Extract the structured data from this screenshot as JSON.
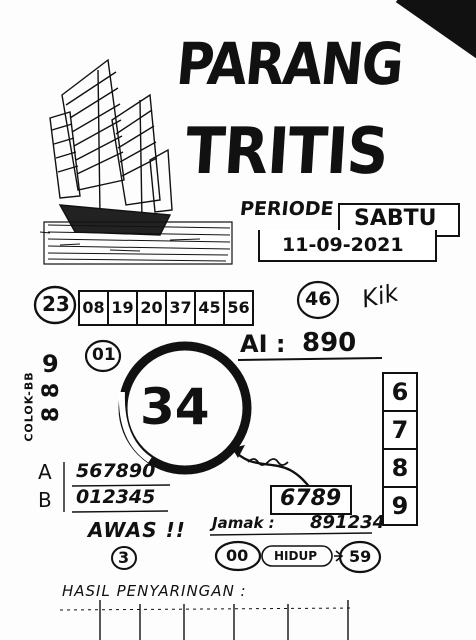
{
  "title": {
    "line1": "PARANG",
    "line2": "TRITIS"
  },
  "period": {
    "label": "PERIODE :",
    "day": "SABTU",
    "date": "11-09-2021"
  },
  "circled_numbers": {
    "left": "23",
    "right": "46",
    "small": "01",
    "awas": "3"
  },
  "number_row": [
    "08",
    "19",
    "20",
    "37",
    "45",
    "56"
  ],
  "signature": "Kik",
  "ai": {
    "label": "AI :",
    "value": "890"
  },
  "main_number": "34",
  "side_column": [
    "6",
    "7",
    "8",
    "9"
  ],
  "colok_bb": {
    "label": "COLOK-BB",
    "top": "9",
    "mid": "8",
    "bot": "8"
  },
  "lines": [
    {
      "label": "A",
      "value": "567890"
    },
    {
      "label": "B",
      "value": "012345"
    }
  ],
  "boxed_number": "6789",
  "awas_label": "AWAS !!",
  "jamak": {
    "label": "Jamak :",
    "value": "891234"
  },
  "hidup": {
    "left": "00",
    "label": "HIDUP",
    "right": "59"
  },
  "footer": "HASIL PENYARINGAN :"
}
